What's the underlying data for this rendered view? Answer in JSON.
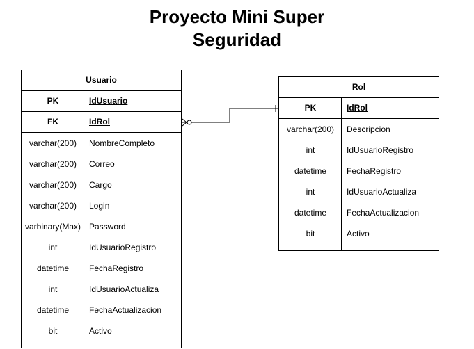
{
  "title": {
    "line1": "Proyecto Mini Super",
    "line2": "Seguridad"
  },
  "entities": {
    "usuario": {
      "name": "Usuario",
      "keys": [
        {
          "type": "PK",
          "name": "IdUsuario"
        },
        {
          "type": "FK",
          "name": "IdRol"
        }
      ],
      "fields": [
        {
          "type": "varchar(200)",
          "name": "NombreCompleto"
        },
        {
          "type": "varchar(200)",
          "name": "Correo"
        },
        {
          "type": "varchar(200)",
          "name": "Cargo"
        },
        {
          "type": "varchar(200)",
          "name": "Login"
        },
        {
          "type": "varbinary(Max)",
          "name": "Password"
        },
        {
          "type": "int",
          "name": "IdUsuarioRegistro"
        },
        {
          "type": "datetime",
          "name": "FechaRegistro"
        },
        {
          "type": "int",
          "name": "IdUsuarioActualiza"
        },
        {
          "type": "datetime",
          "name": "FechaActualizacion"
        },
        {
          "type": "bit",
          "name": "Activo"
        }
      ]
    },
    "rol": {
      "name": "Rol",
      "keys": [
        {
          "type": "PK",
          "name": "IdRol"
        }
      ],
      "fields": [
        {
          "type": "varchar(200)",
          "name": "Descripcion"
        },
        {
          "type": "int",
          "name": "IdUsuarioRegistro"
        },
        {
          "type": "datetime",
          "name": "FechaRegistro"
        },
        {
          "type": "int",
          "name": "IdUsuarioActualiza"
        },
        {
          "type": "datetime",
          "name": "FechaActualizacion"
        },
        {
          "type": "bit",
          "name": "Activo"
        }
      ]
    }
  },
  "relationship": {
    "from": "usuario.IdRol",
    "to": "rol.IdRol",
    "from_cardinality": "zero-or-many",
    "to_cardinality": "exactly-one"
  }
}
